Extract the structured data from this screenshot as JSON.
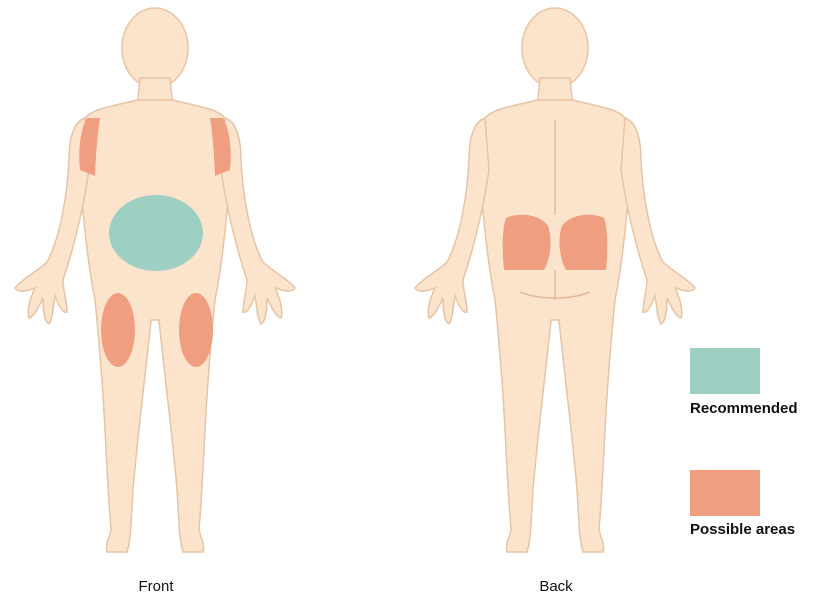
{
  "views": {
    "front": {
      "label": "Front"
    },
    "back": {
      "label": "Back"
    }
  },
  "legend": {
    "recommended": {
      "label": "Recommended",
      "color": "#9dcfc3"
    },
    "possible": {
      "label": "Possible areas",
      "color": "#ef9e80"
    }
  },
  "colors": {
    "skin": "#fce4cc",
    "skin_outline": "#e8c3a4"
  }
}
